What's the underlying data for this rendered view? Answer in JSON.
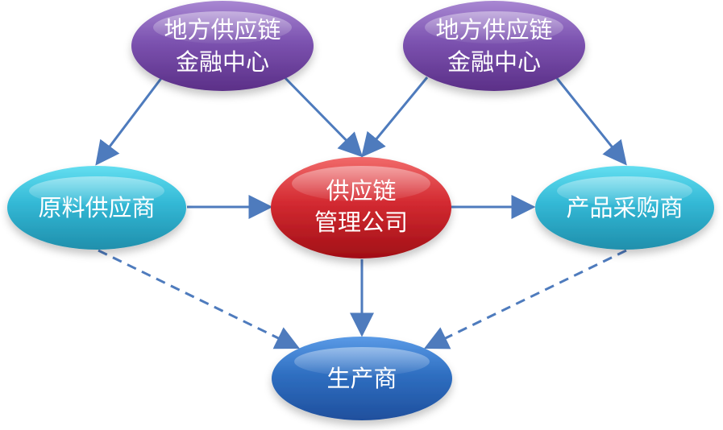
{
  "nodes": {
    "finance_left": {
      "lines": [
        "地方供应链",
        "金融中心"
      ]
    },
    "finance_right": {
      "lines": [
        "地方供应链",
        "金融中心"
      ]
    },
    "raw_supplier": {
      "lines": [
        "原料供应商"
      ]
    },
    "scm_company": {
      "lines": [
        "供应链",
        "管理公司"
      ]
    },
    "product_buyer": {
      "lines": [
        "产品采购商"
      ]
    },
    "manufacturer": {
      "lines": [
        "生产商"
      ]
    }
  },
  "colors": {
    "edge": "#4e7bbd",
    "purple_top": "#9d7ac8",
    "purple_bottom": "#5b2f87",
    "red_top": "#ef5b5b",
    "red_bottom": "#a80f18",
    "cyan_top": "#55d6ea",
    "cyan_bottom": "#1f8fac",
    "blue_top": "#4e92df",
    "blue_bottom": "#1f4f9d"
  }
}
